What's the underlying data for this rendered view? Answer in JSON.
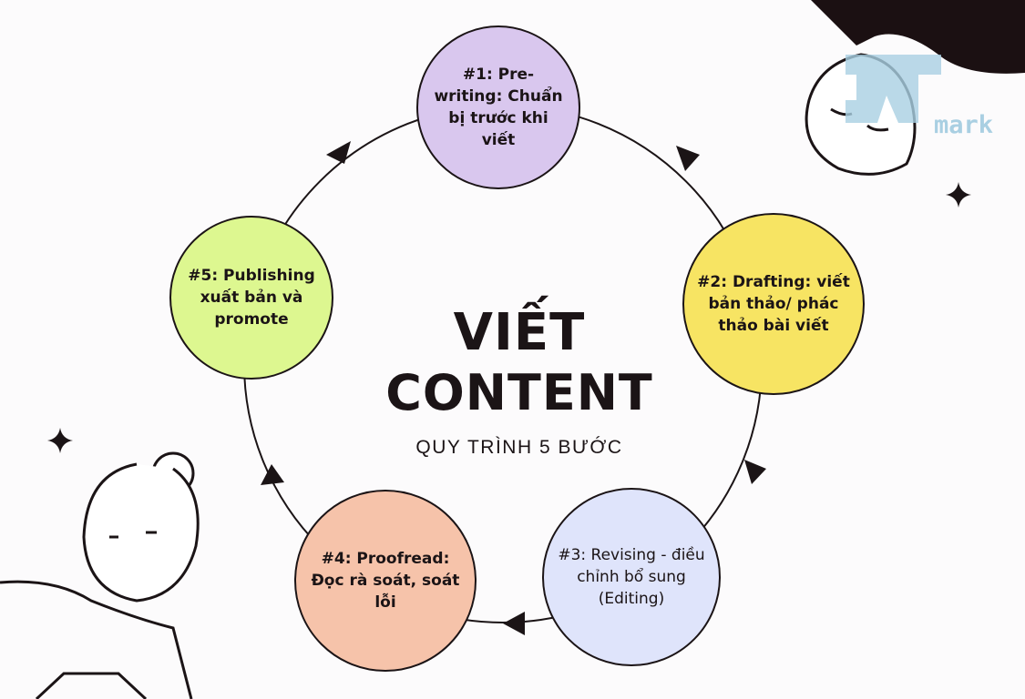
{
  "title": {
    "line1": "VIẾT",
    "line2": "CONTENT",
    "subtitle": "QUY TRÌNH 5 BƯỚC"
  },
  "steps": [
    {
      "label": "#1: Pre-writing: Chuẩn bị trước khi viết",
      "color": "#d9c7ee"
    },
    {
      "label": "#2: Drafting: viết bản thảo/ phác thảo bài viết",
      "color": "#f7e463"
    },
    {
      "label": "#3: Revising - điều chỉnh bổ sung (Editing)",
      "color": "#dfe4fb"
    },
    {
      "label": "#4: Proofread: Đọc rà soát, soát lỗi",
      "color": "#f6c3aa"
    },
    {
      "label": "#5: Publishing xuất bản và promote",
      "color": "#ddf790"
    }
  ],
  "watermark": {
    "text": "mark"
  }
}
